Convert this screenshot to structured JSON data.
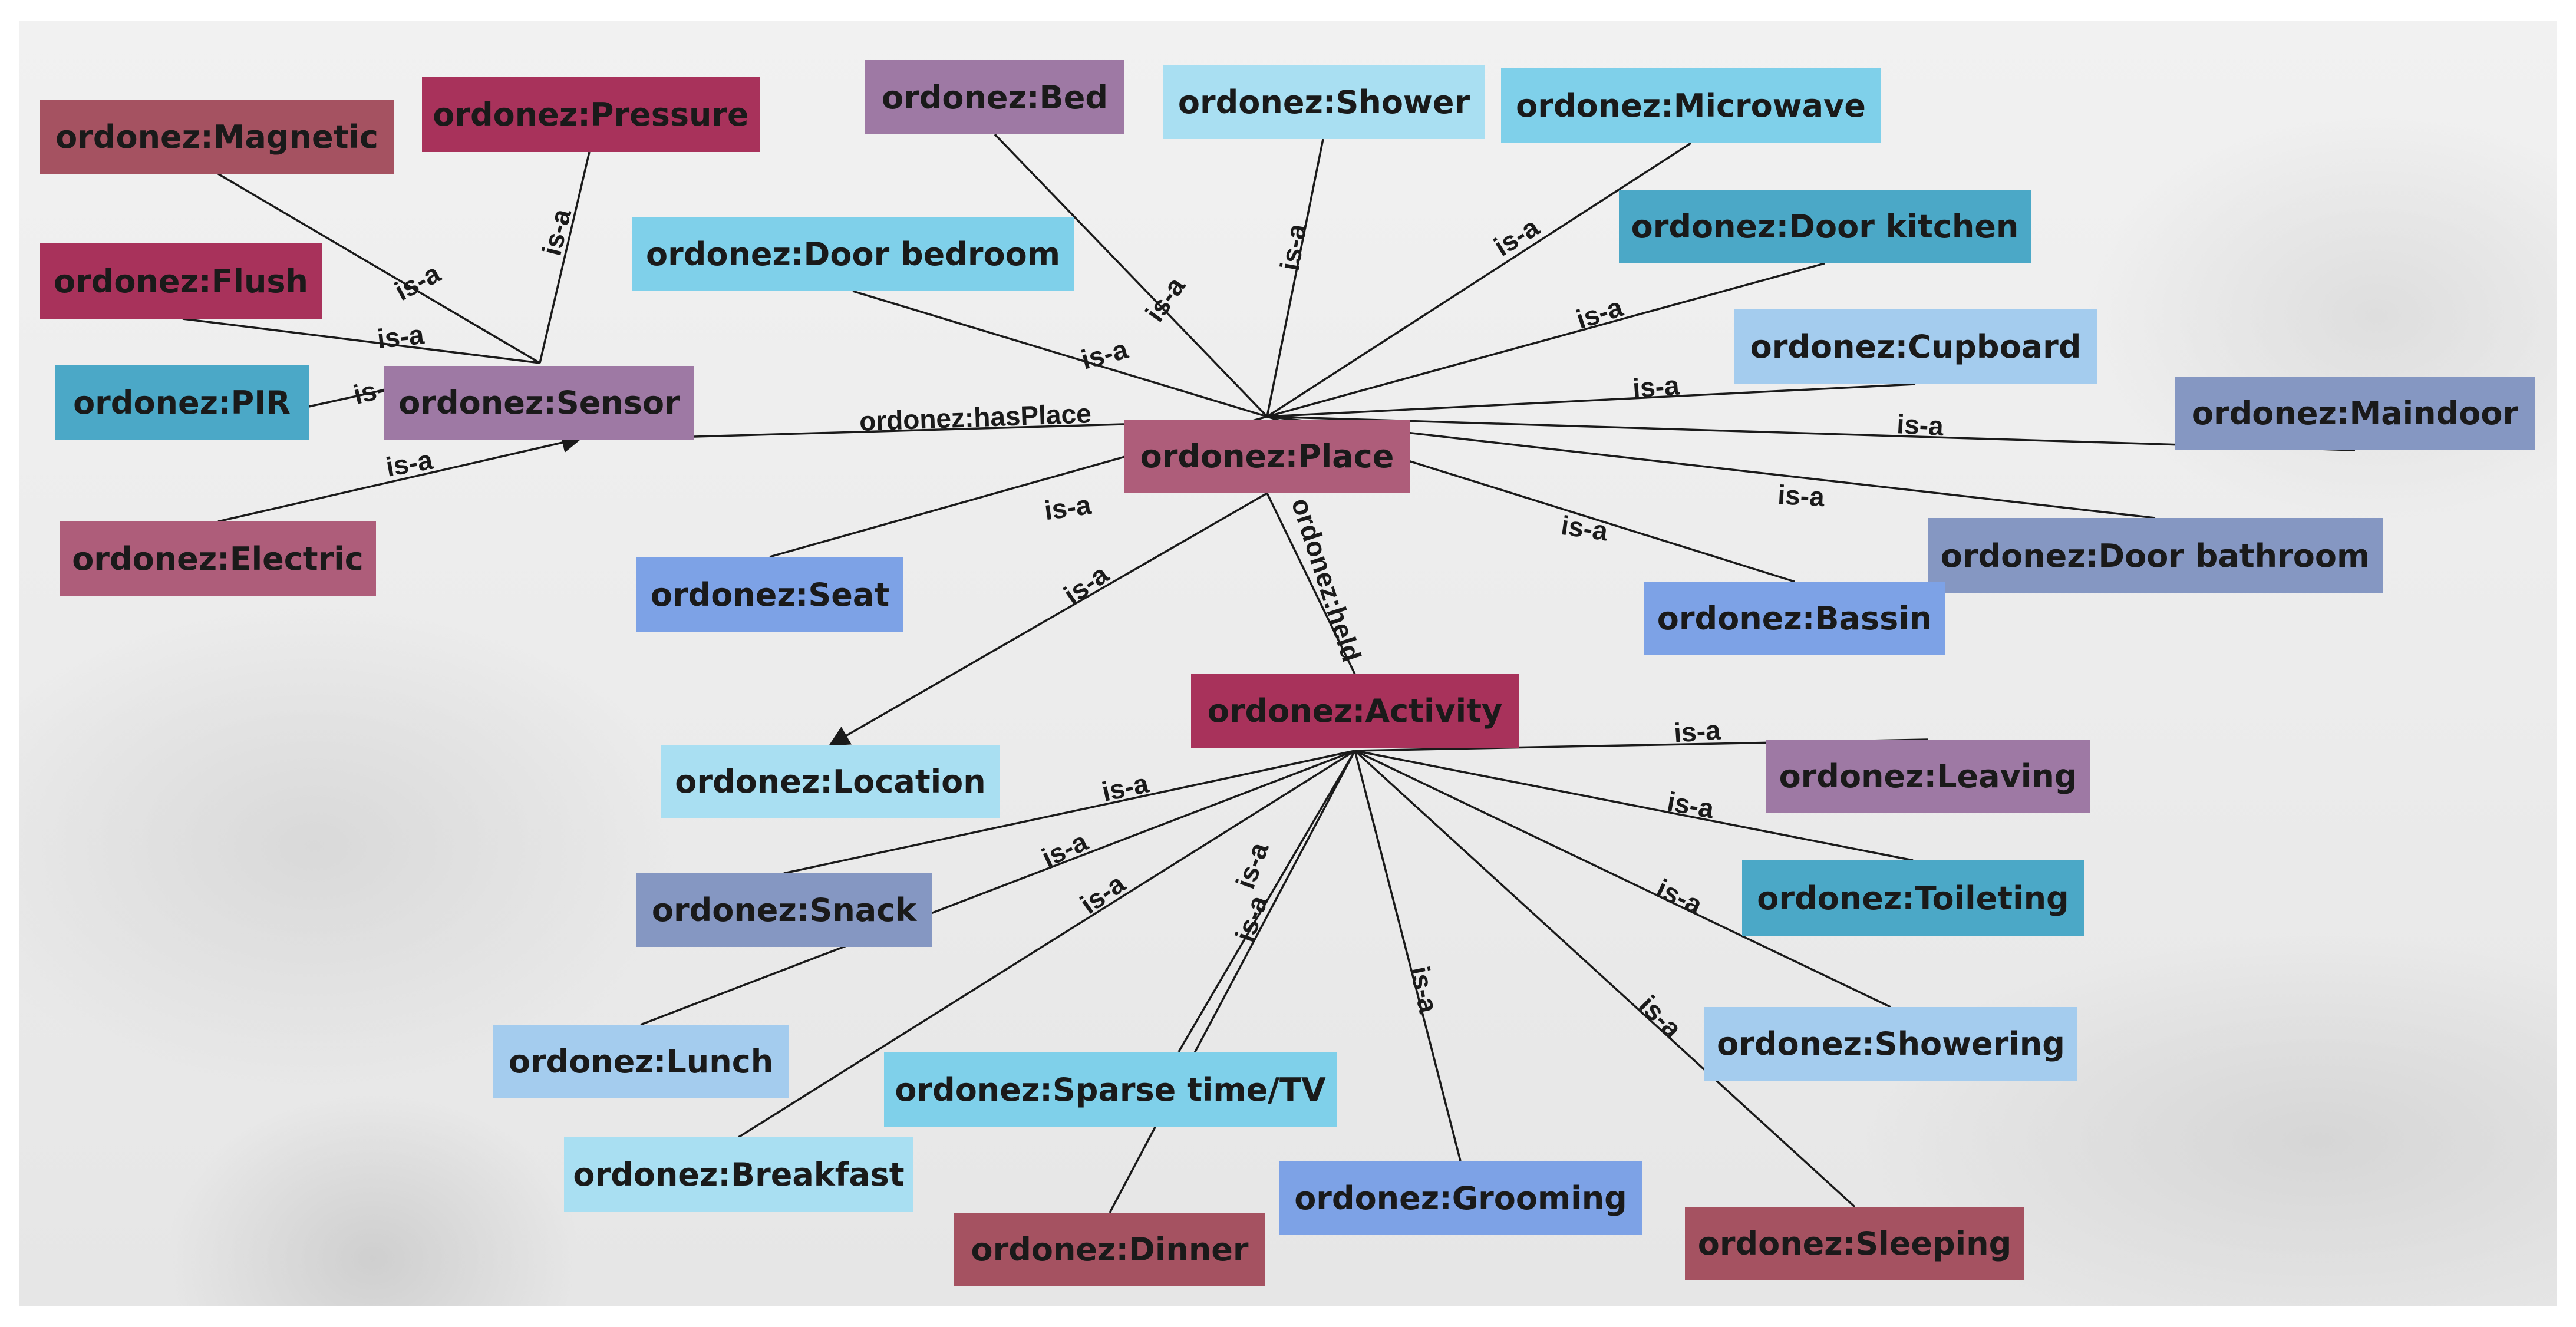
{
  "colors": {
    "magenta": "#A8325B",
    "rose": "#A55261",
    "pink": "#AE5D7A",
    "mauve": "#9E79A4",
    "lightblue": "#A9DFF2",
    "skyblue": "#7FD0EA",
    "teal": "#4BA8C7",
    "paleblue": "#A4CCEE",
    "blue": "#7DA2E6",
    "slate": "#8597C2"
  },
  "nodes": {
    "magnetic": {
      "label": "ordonez:Magnetic",
      "color": "rose"
    },
    "pressure": {
      "label": "ordonez:Pressure",
      "color": "magenta"
    },
    "flush": {
      "label": "ordonez:Flush",
      "color": "magenta"
    },
    "pir": {
      "label": "ordonez:PIR",
      "color": "teal"
    },
    "sensor": {
      "label": "ordonez:Sensor",
      "color": "mauve"
    },
    "electric": {
      "label": "ordonez:Electric",
      "color": "pink"
    },
    "bed": {
      "label": "ordonez:Bed",
      "color": "mauve"
    },
    "shower": {
      "label": "ordonez:Shower",
      "color": "lightblue"
    },
    "microwave": {
      "label": "ordonez:Microwave",
      "color": "skyblue"
    },
    "door_bedroom": {
      "label": "ordonez:Door bedroom",
      "color": "skyblue"
    },
    "door_kitchen": {
      "label": "ordonez:Door kitchen",
      "color": "teal"
    },
    "cupboard": {
      "label": "ordonez:Cupboard",
      "color": "paleblue"
    },
    "maindoor": {
      "label": "ordonez:Maindoor",
      "color": "slate"
    },
    "place": {
      "label": "ordonez:Place",
      "color": "pink"
    },
    "seat": {
      "label": "ordonez:Seat",
      "color": "blue"
    },
    "door_bathroom": {
      "label": "ordonez:Door bathroom",
      "color": "slate"
    },
    "bassin": {
      "label": "ordonez:Bassin",
      "color": "blue"
    },
    "activity": {
      "label": "ordonez:Activity",
      "color": "magenta"
    },
    "location": {
      "label": "ordonez:Location",
      "color": "lightblue"
    },
    "leaving": {
      "label": "ordonez:Leaving",
      "color": "mauve"
    },
    "snack": {
      "label": "ordonez:Snack",
      "color": "slate"
    },
    "toileting": {
      "label": "ordonez:Toileting",
      "color": "teal"
    },
    "lunch": {
      "label": "ordonez:Lunch",
      "color": "paleblue"
    },
    "showering": {
      "label": "ordonez:Showering",
      "color": "paleblue"
    },
    "sparse_time_tv": {
      "label": "ordonez:Sparse time/TV",
      "color": "skyblue"
    },
    "breakfast": {
      "label": "ordonez:Breakfast",
      "color": "lightblue"
    },
    "grooming": {
      "label": "ordonez:Grooming",
      "color": "blue"
    },
    "dinner": {
      "label": "ordonez:Dinner",
      "color": "rose"
    },
    "sleeping": {
      "label": "ordonez:Sleeping",
      "color": "rose"
    }
  },
  "edges": [
    {
      "from": "magnetic",
      "to": "sensor",
      "label": "is-a"
    },
    {
      "from": "pressure",
      "to": "sensor",
      "label": "is-a"
    },
    {
      "from": "flush",
      "to": "sensor",
      "label": "is-a"
    },
    {
      "from": "pir",
      "to": "sensor",
      "label": "is-a"
    },
    {
      "from": "electric",
      "to": "sensor",
      "label": "is-a"
    },
    {
      "from": "sensor",
      "to": "place",
      "label": "ordonez:hasPlace"
    },
    {
      "from": "bed",
      "to": "place",
      "label": "is-a"
    },
    {
      "from": "shower",
      "to": "place",
      "label": "is-a"
    },
    {
      "from": "microwave",
      "to": "place",
      "label": "is-a"
    },
    {
      "from": "door_bedroom",
      "to": "place",
      "label": "is-a"
    },
    {
      "from": "door_kitchen",
      "to": "place",
      "label": "is-a"
    },
    {
      "from": "cupboard",
      "to": "place",
      "label": "is-a"
    },
    {
      "from": "maindoor",
      "to": "place",
      "label": "is-a"
    },
    {
      "from": "door_bathroom",
      "to": "place",
      "label": "is-a"
    },
    {
      "from": "bassin",
      "to": "place",
      "label": "is-a"
    },
    {
      "from": "seat",
      "to": "place",
      "label": "is-a"
    },
    {
      "from": "place",
      "to": "location",
      "label": "is-a"
    },
    {
      "from": "place",
      "to": "activity",
      "label": "ordonez:held"
    },
    {
      "from": "leaving",
      "to": "activity",
      "label": "is-a"
    },
    {
      "from": "toileting",
      "to": "activity",
      "label": "is-a"
    },
    {
      "from": "showering",
      "to": "activity",
      "label": "is-a"
    },
    {
      "from": "sleeping",
      "to": "activity",
      "label": "is-a"
    },
    {
      "from": "grooming",
      "to": "activity",
      "label": "is-a"
    },
    {
      "from": "dinner",
      "to": "activity",
      "label": "is-a"
    },
    {
      "from": "sparse_time_tv",
      "to": "activity",
      "label": "is-a"
    },
    {
      "from": "breakfast",
      "to": "activity",
      "label": "is-a"
    },
    {
      "from": "lunch",
      "to": "activity",
      "label": "is-a"
    },
    {
      "from": "snack",
      "to": "activity",
      "label": "is-a"
    }
  ]
}
